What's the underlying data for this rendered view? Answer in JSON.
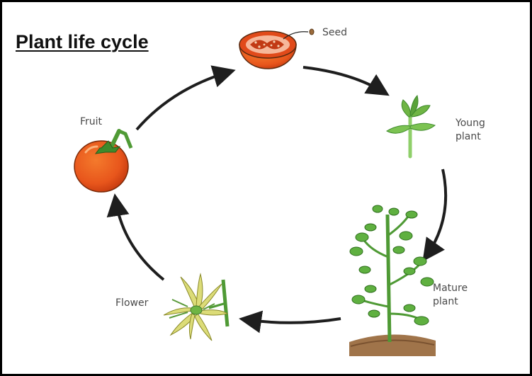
{
  "title": "Plant life cycle",
  "stages": {
    "seed": "Seed",
    "young_plant_line1": "Young",
    "young_plant_line2": "plant",
    "mature_plant_line1": "Mature",
    "mature_plant_line2": "plant",
    "flower": "Flower",
    "fruit": "Fruit"
  },
  "colors": {
    "tomato": "#e8561c",
    "tomato_dark": "#c83c10",
    "leaf": "#7cc352",
    "leaf_dark": "#3e8a2c",
    "flower_petal": "#d8d86a",
    "soil": "#a0744a",
    "arrow": "#1e1e1e"
  },
  "icons": [
    "seed-icon",
    "young-plant-icon",
    "mature-plant-icon",
    "flower-icon",
    "fruit-icon"
  ]
}
